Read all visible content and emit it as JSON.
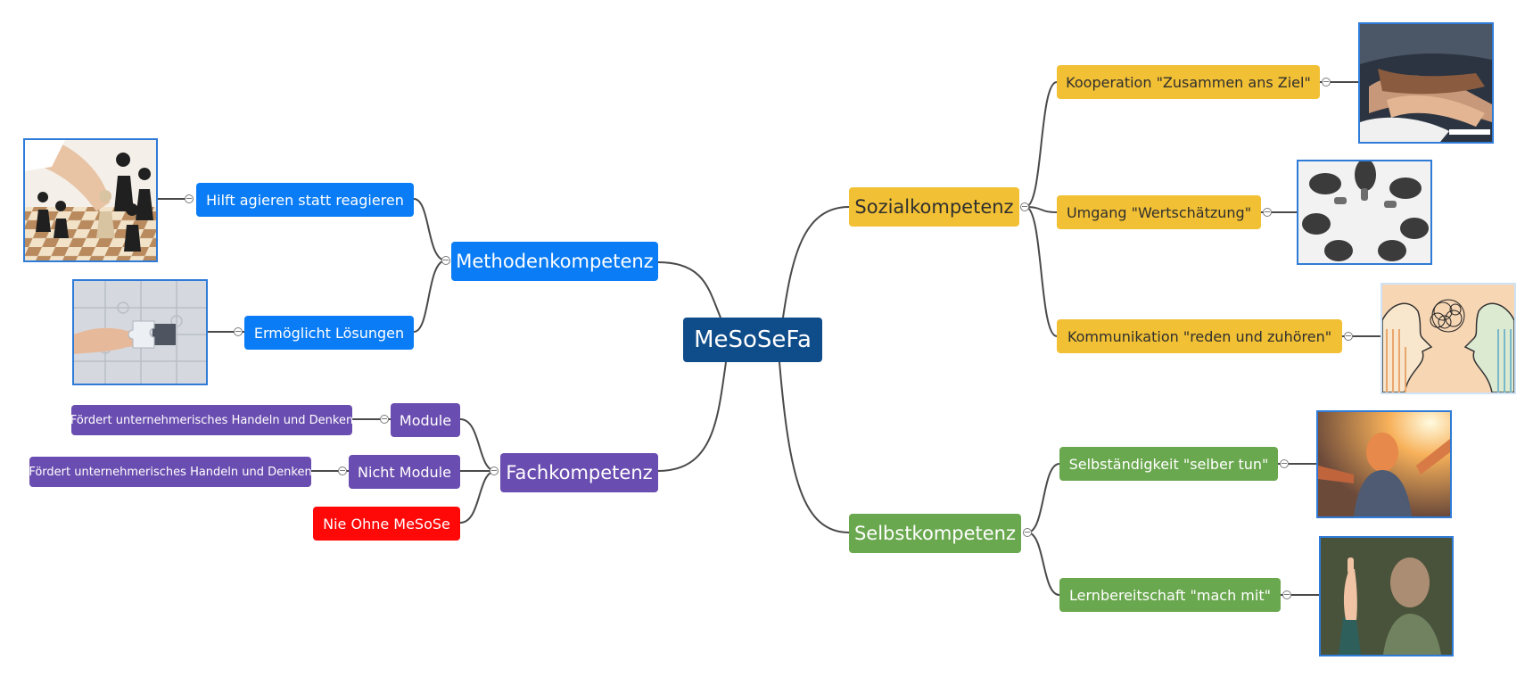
{
  "mindmap": {
    "root": {
      "label": "MeSoSeFa"
    },
    "methoden": {
      "label": "Methodenkompetenz",
      "children": [
        {
          "label": "Hilft agieren statt reagieren",
          "image": "chess-move-photo"
        },
        {
          "label": "Ermöglicht Lösungen",
          "image": "puzzle-piece-photo"
        }
      ]
    },
    "fach": {
      "label": "Fachkompetenz",
      "children": [
        {
          "label": "Module",
          "note": "Fördert unternehmerisches Handeln und Denken"
        },
        {
          "label": "Nicht Module",
          "note": "Fördert unternehmerisches Handeln und Denken"
        },
        {
          "label": "Nie Ohne MeSoSe"
        }
      ]
    },
    "sozial": {
      "label": "Sozialkompetenz",
      "children": [
        {
          "label": "Kooperation \"Zusammen ans Ziel\"",
          "image": "stacked-hands-photo"
        },
        {
          "label": "Umgang \"Wertschätzung\"",
          "image": "thumbs-circle-photo"
        },
        {
          "label": "Kommunikation \"reden und zuhören\"",
          "image": "talking-heads-illustration"
        }
      ]
    },
    "selbst": {
      "label": "Selbstkompetenz",
      "children": [
        {
          "label": "Selbständigkeit \"selber tun\"",
          "image": "sunrise-arms-photo"
        },
        {
          "label": "Lernbereitschaft \"mach mit\"",
          "image": "raised-hand-photo"
        }
      ]
    },
    "colors": {
      "root": "#0f4c8a",
      "methoden": "#0a7cf5",
      "fach": "#6a4db0",
      "nie_ohne": "#ff0808",
      "sozial": "#f2c034",
      "selbst": "#6aa84f",
      "connector": "#4a4a4a",
      "image_border": "#2f7bd8"
    }
  }
}
